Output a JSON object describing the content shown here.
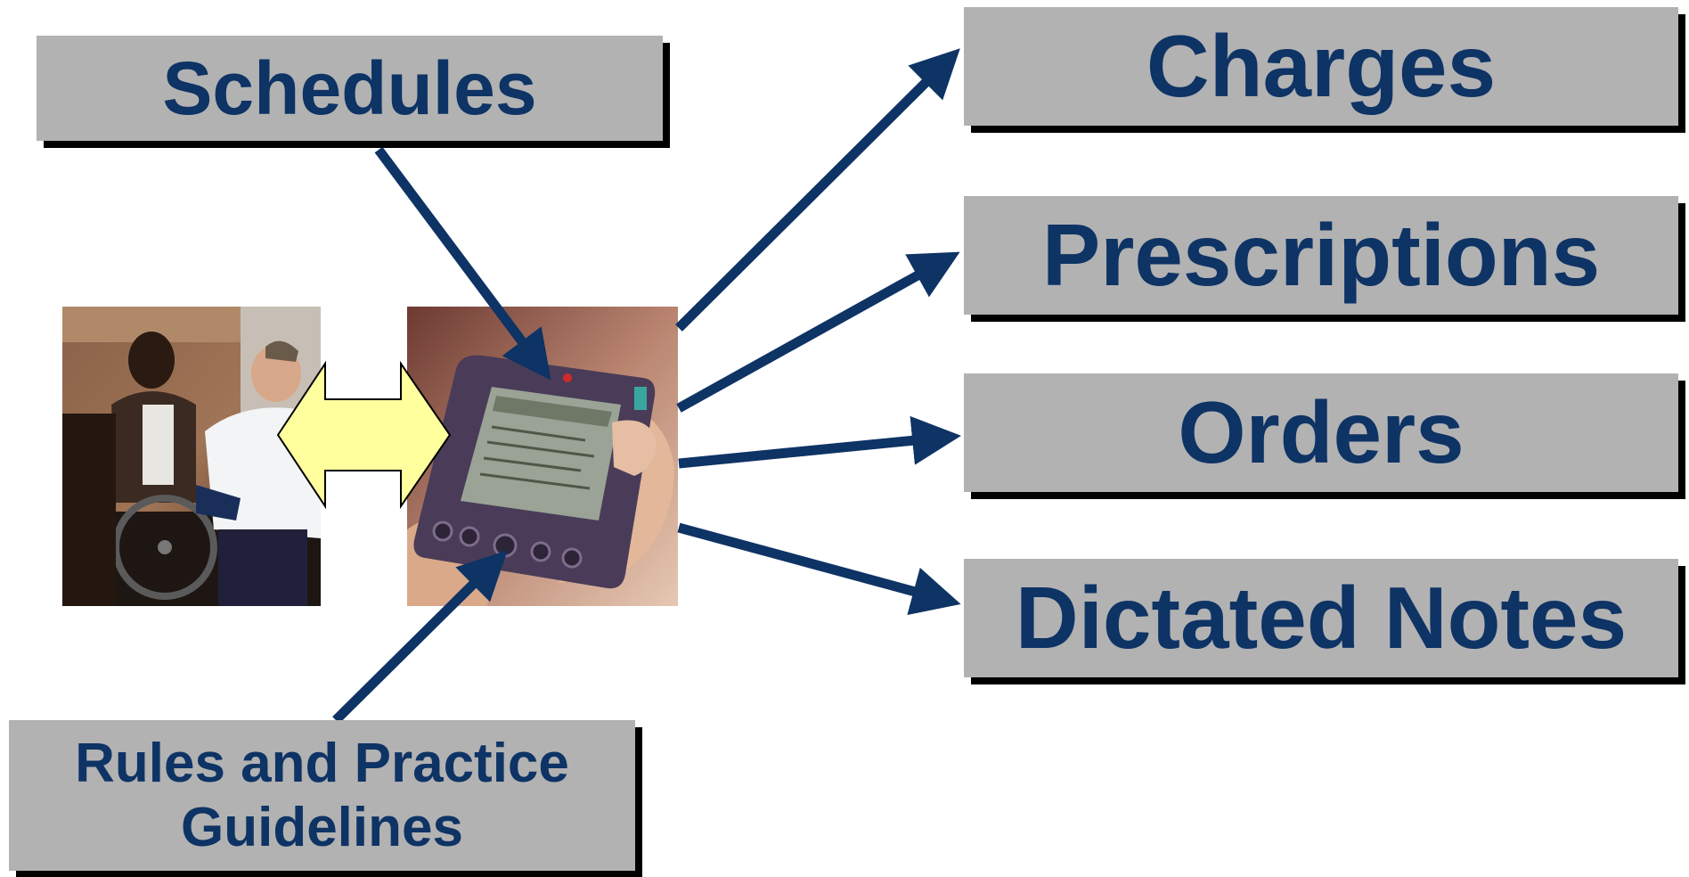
{
  "boxes": {
    "schedules": "Schedules",
    "rules_line1": "Rules and Practice",
    "rules_line2": "Guidelines",
    "charges": "Charges",
    "prescriptions": "Prescriptions",
    "orders": "Orders",
    "dictated_notes": "Dictated Notes"
  },
  "images": {
    "left_photo": "clinician-and-patient-photo",
    "right_photo": "handheld-pda-device-photo"
  },
  "colors": {
    "box_fill": "#b2b2b2",
    "text": "#0e3365",
    "arrow": "#0e3365",
    "double_arrow_fill": "#ffff9e",
    "shadow": "#000000"
  }
}
